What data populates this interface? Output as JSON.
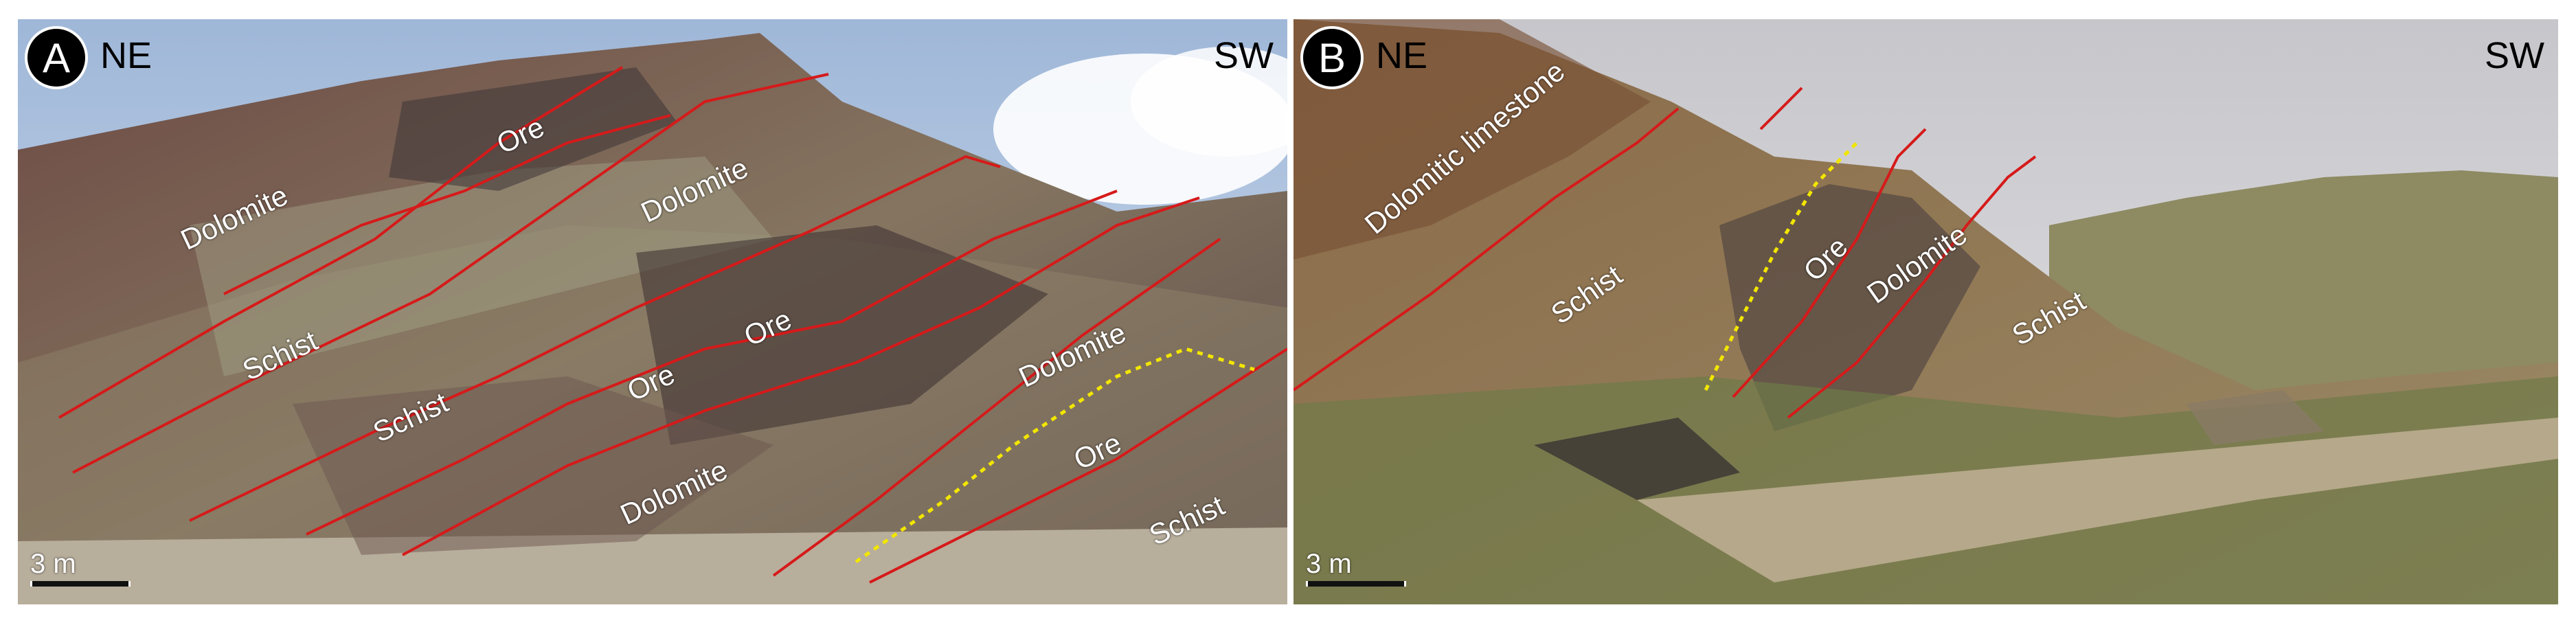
{
  "panel_a": {
    "badge": "A",
    "left_direction": "NE",
    "right_direction": "SW",
    "scale": "3 m",
    "units": [
      "Dolomite",
      "Ore",
      "Dolomite",
      "Schist",
      "Schist",
      "Ore",
      "Ore",
      "Dolomite",
      "Dolomite",
      "Ore",
      "Schist"
    ]
  },
  "panel_b": {
    "badge": "B",
    "left_direction": "NE",
    "right_direction": "SW",
    "scale": "3 m",
    "units": [
      "Dolomitic limestone",
      "Schist",
      "Ore",
      "Dolomite",
      "Schist"
    ]
  },
  "colors": {
    "fault": "#d61a1a",
    "contact": "#f2e600",
    "label": "#ffffff",
    "badge": "#000000"
  }
}
